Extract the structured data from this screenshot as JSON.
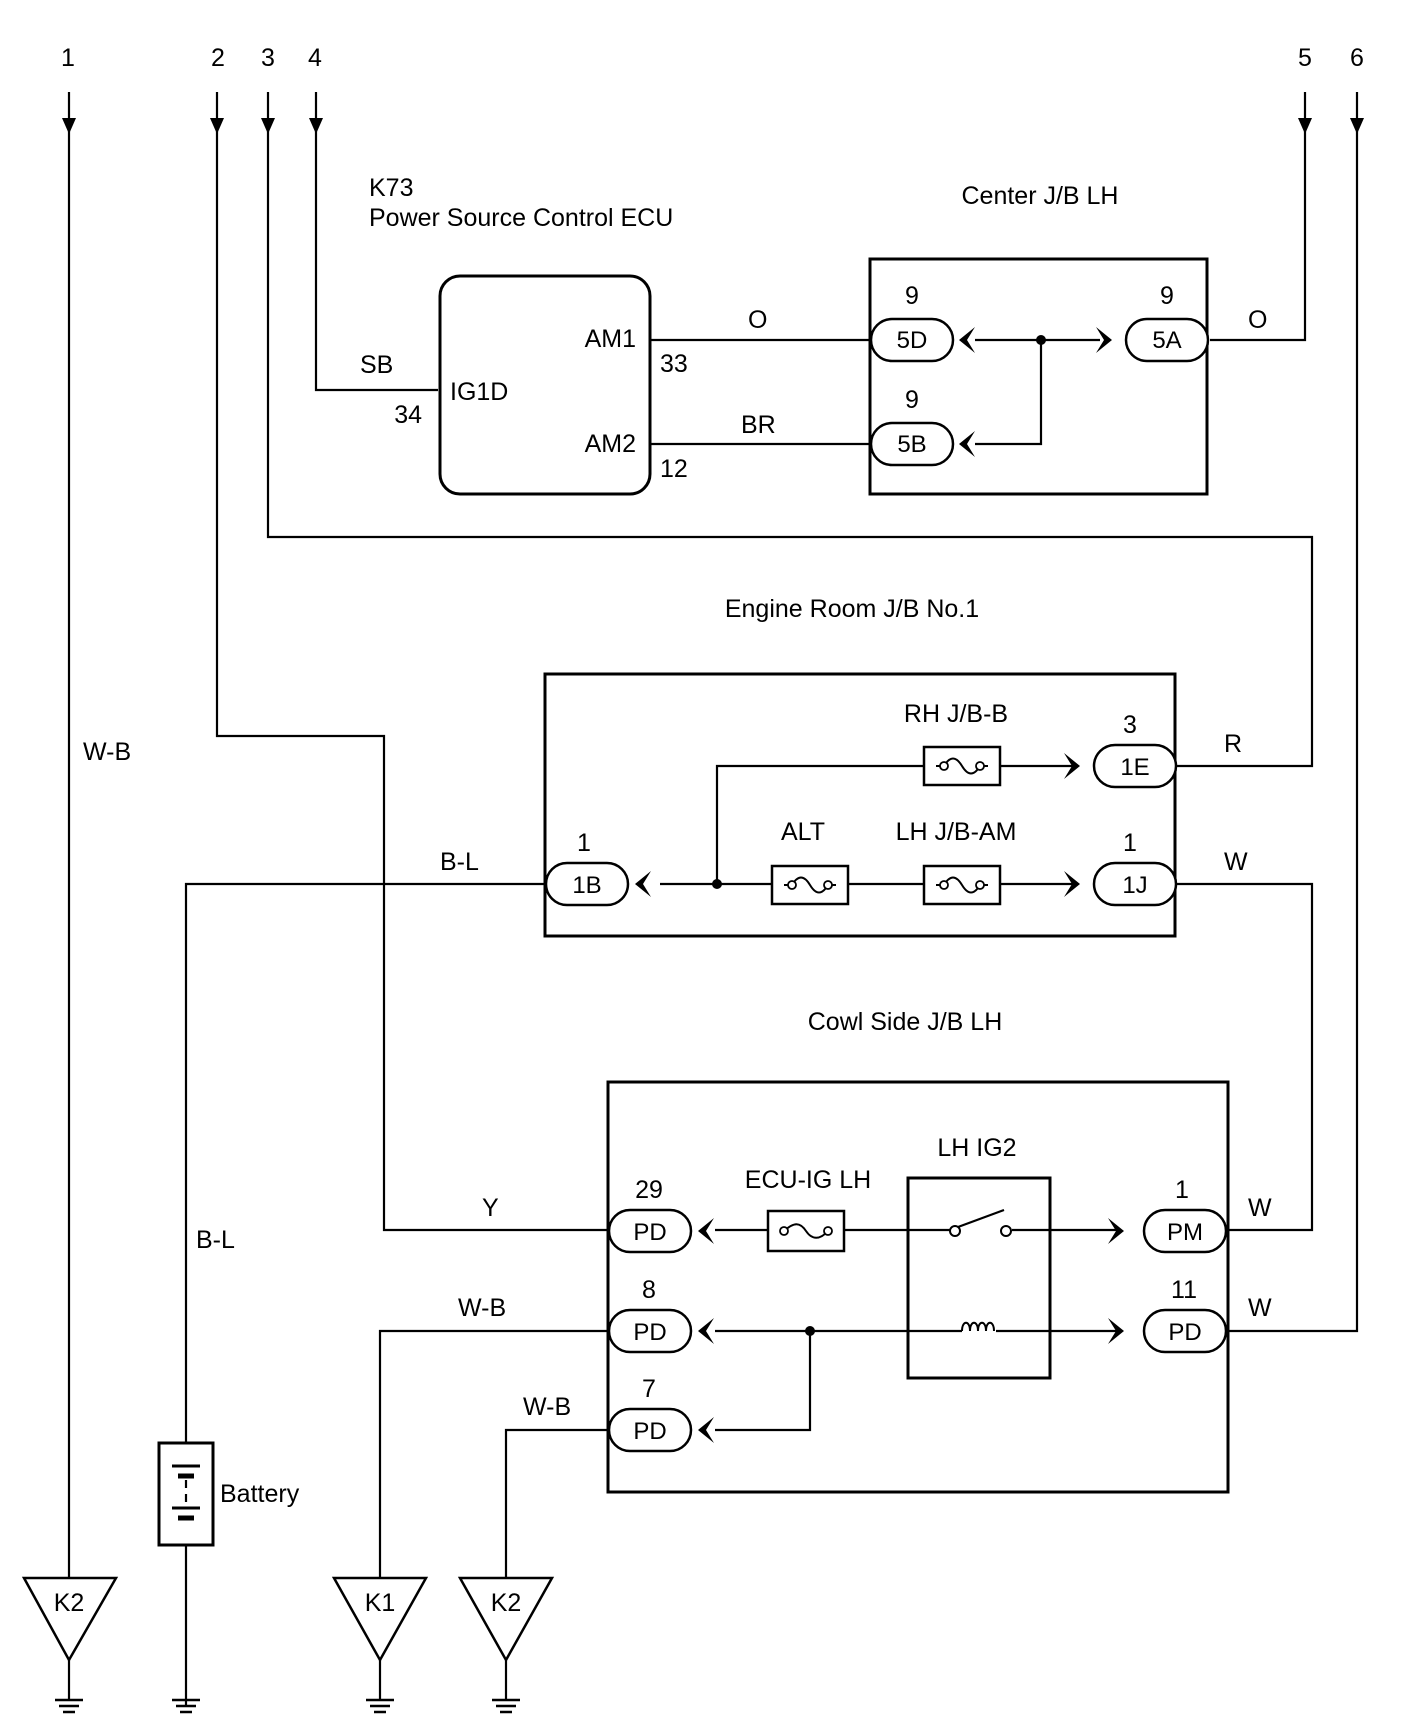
{
  "terminals": [
    "1",
    "2",
    "3",
    "4",
    "5",
    "6"
  ],
  "ecu": {
    "code": "K73",
    "name": "Power Source Control ECU",
    "pin_ig1d": "IG1D",
    "pin_am1": "AM1",
    "pin_am2": "AM2",
    "num_34": "34",
    "num_33": "33",
    "num_12": "12"
  },
  "center_jb": {
    "title": "Center J/B LH",
    "conn_5d": "5D",
    "conn_5a": "5A",
    "conn_5b": "5B",
    "pin_5d": "9",
    "pin_5a": "9",
    "pin_5b": "9"
  },
  "engine_jb": {
    "title": "Engine Room J/B No.1",
    "fuse_rh": "RH J/B-B",
    "fuse_alt": "ALT",
    "fuse_lh": "LH J/B-AM",
    "conn_1e": "1E",
    "conn_1b": "1B",
    "conn_1j": "1J",
    "pin_1e": "3",
    "pin_1b": "1",
    "pin_1j": "1"
  },
  "cowl_jb": {
    "title": "Cowl Side J/B LH",
    "fuse_ecu": "ECU-IG LH",
    "relay": "LH IG2",
    "conn_pd29": "PD",
    "conn_pd8": "PD",
    "conn_pd7": "PD",
    "conn_pm": "PM",
    "conn_pd11": "PD",
    "pin_29": "29",
    "pin_8": "8",
    "pin_7": "7",
    "pin_pm": "1",
    "pin_11": "11"
  },
  "wire_colors": {
    "sb": "SB",
    "o_left": "O",
    "o_right": "O",
    "br": "BR",
    "r": "R",
    "w_1j": "W",
    "b_l_top": "B-L",
    "b_l_battery": "B-L",
    "y": "Y",
    "w_pm": "W",
    "w_pd11": "W",
    "w_b_left": "W-B",
    "w_b_pd8": "W-B",
    "w_b_pd7": "W-B"
  },
  "battery_label": "Battery",
  "grounds": [
    "K2",
    "K1",
    "K2"
  ]
}
